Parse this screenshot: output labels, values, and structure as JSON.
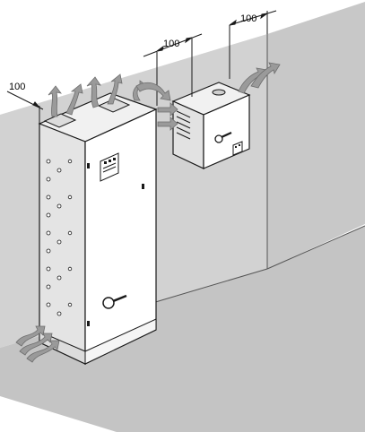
{
  "dimensions": {
    "top_right": "100",
    "middle": "100",
    "left": "100"
  },
  "colors": {
    "wall": "#cfcfcf",
    "floor": "#c7c7c7",
    "cabinet_face": "#ffffff",
    "cabinet_shade": "#e6e6e6",
    "airflow": "#9a9a9a",
    "line": "#1a1a1a"
  },
  "icons": {
    "airflow": "airflow-arrow-icon",
    "handle": "rotary-handle-icon",
    "label": "warning-label-icon"
  }
}
